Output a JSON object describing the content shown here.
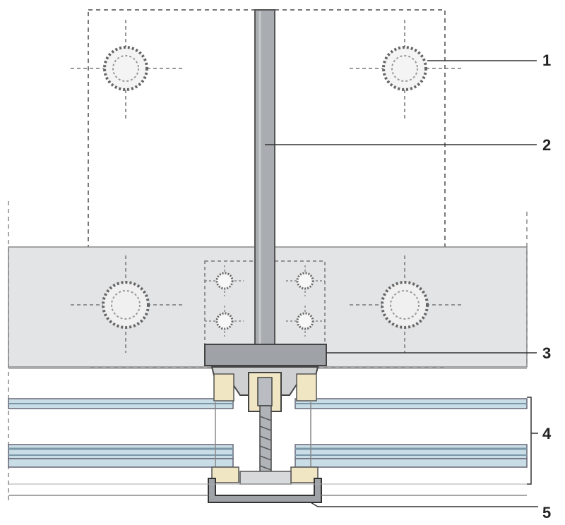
{
  "diagram": {
    "callouts": [
      {
        "label": "1"
      },
      {
        "label": "2"
      },
      {
        "label": "3"
      },
      {
        "label": "4"
      },
      {
        "label": "5"
      }
    ]
  },
  "colors": {
    "plate_fill": "#e3e4e5",
    "rod_fill": "#a9acb0",
    "bracket_fill": "#9fa3a7",
    "glass_blue": "#c9dde6",
    "glass_dark": "#7b98a8",
    "gasket": "#f0e6c4",
    "line": "#555555"
  }
}
